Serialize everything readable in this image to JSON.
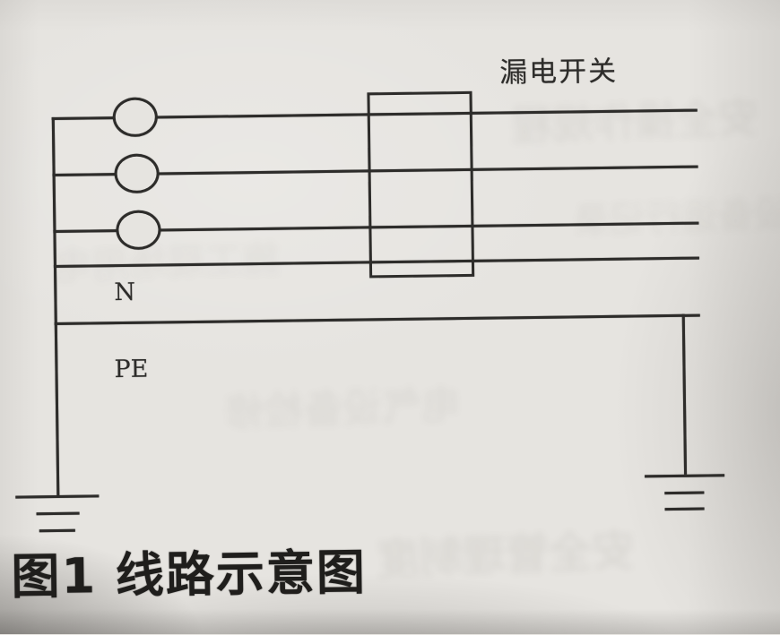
{
  "figure": {
    "breaker_label": "漏电开关",
    "wire_labels": {
      "neutral": "N",
      "protective_earth": "PE"
    },
    "caption": "图1 线路示意图",
    "phase_circles_count": 3
  },
  "colors": {
    "paper": "#e6e4e0",
    "ink": "#2d2c2a",
    "caption_ink": "#1f1e1c"
  },
  "artifacts": {
    "bleedthrough": [
      "安全操作规程",
      "设备运行记录",
      "电气设备检修",
      "安全管理制度",
      "施工现场用电"
    ]
  }
}
